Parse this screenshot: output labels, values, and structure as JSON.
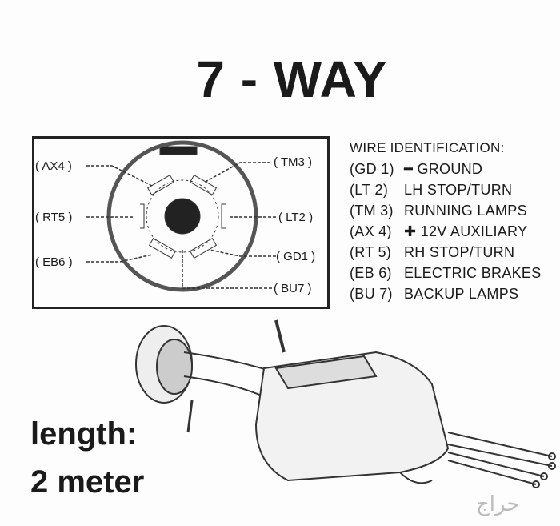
{
  "title": "7 - WAY",
  "connector_labels": {
    "ax4": "( AX4 )",
    "tm3": "( TM3 )",
    "rt5": "( RT5 )",
    "lt2": "( LT2 )",
    "eb6": "( EB6 )",
    "gd1": "( GD1 )",
    "bu7": "( BU7 )"
  },
  "wire_identification": {
    "heading": "WIRE IDENTIFICATION:",
    "rows": [
      {
        "code": "(GD 1)",
        "desc": "━  GROUND"
      },
      {
        "code": "(LT  2)",
        "desc": "LH STOP/TURN"
      },
      {
        "code": "(TM 3)",
        "desc": "RUNNING LAMPS"
      },
      {
        "code": "(AX 4)",
        "desc": "✚ 12V  AUXILIARY"
      },
      {
        "code": "(RT 5)",
        "desc": "RH STOP/TURN"
      },
      {
        "code": "(EB 6)",
        "desc": "ELECTRIC BRAKES"
      },
      {
        "code": "(BU 7)",
        "desc": "BACKUP LAMPS"
      }
    ]
  },
  "length_label": "length:",
  "length_value": "2 meter",
  "watermark": "حراج"
}
